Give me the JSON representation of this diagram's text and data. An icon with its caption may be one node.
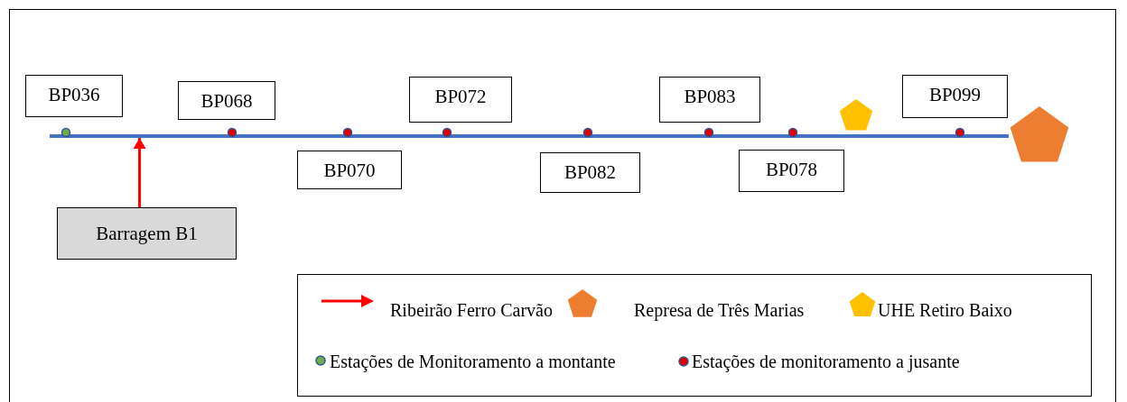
{
  "diagram": {
    "nodes": [
      {
        "text": [
          "BP036"
        ]
      },
      {
        "text": [
          "BP068"
        ]
      },
      {
        "text": [
          "BP072"
        ]
      },
      {
        "text": [
          "BP083"
        ]
      },
      {
        "text": [
          "BP099"
        ]
      },
      {
        "text": [
          "BP070"
        ]
      },
      {
        "text": [
          "BP082"
        ]
      },
      {
        "text": [
          "BP078"
        ]
      },
      {
        "text": [
          "Barragem B1"
        ]
      },
      {
        "text": [],
        "shape": "line"
      }
    ],
    "edges": [
      {
        "from": 8,
        "to": 9,
        "arrow": "to"
      }
    ],
    "legend": [
      {
        "text": "Ribeirão Ferro Carvão"
      },
      {
        "text": "Represa de Três Marias"
      },
      {
        "text": "UHE Retiro Baixo"
      },
      {
        "text": "Estações de Monitoramento a montante"
      },
      {
        "text": "Estações de monitoramento a jusante"
      }
    ]
  }
}
